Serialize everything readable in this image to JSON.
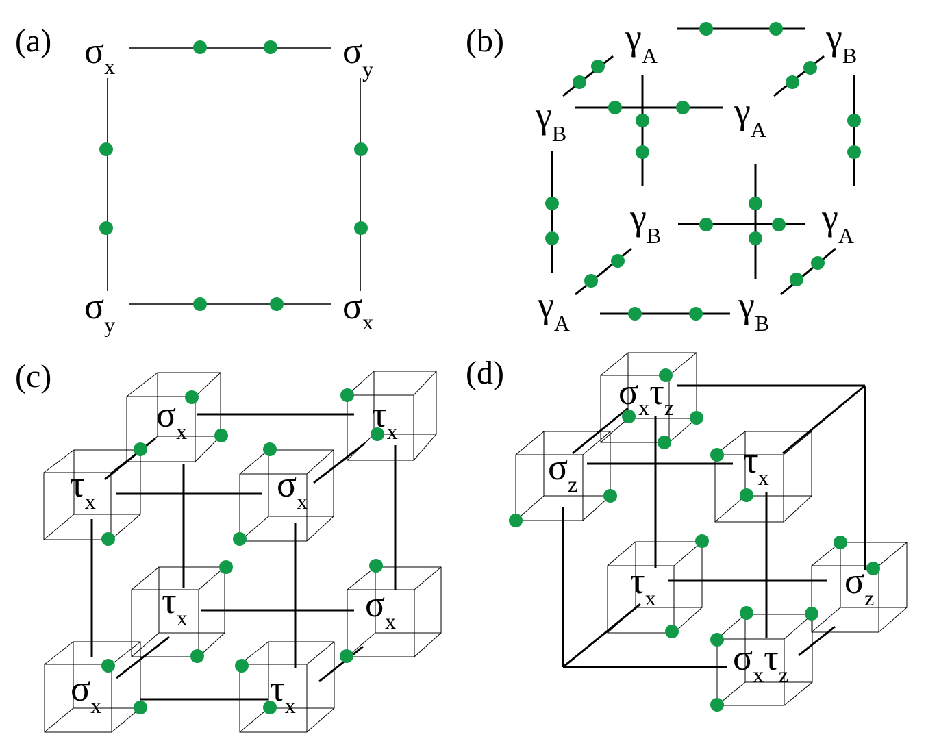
{
  "colors": {
    "dot": "#119A48",
    "line": "#000000",
    "background": "#ffffff"
  },
  "panels": {
    "a": {
      "label": "(a)",
      "nodes": [
        {
          "sym": "σ",
          "sub": "x"
        },
        {
          "sym": "σ",
          "sub": "y"
        },
        {
          "sym": "σ",
          "sub": "y"
        },
        {
          "sym": "σ",
          "sub": "x"
        }
      ]
    },
    "b": {
      "label": "(b)",
      "nodes": [
        {
          "sym": "γ",
          "sub": "A"
        },
        {
          "sym": "γ",
          "sub": "B"
        },
        {
          "sym": "γ",
          "sub": "B"
        },
        {
          "sym": "γ",
          "sub": "A"
        },
        {
          "sym": "γ",
          "sub": "B"
        },
        {
          "sym": "γ",
          "sub": "A"
        },
        {
          "sym": "γ",
          "sub": "A"
        },
        {
          "sym": "γ",
          "sub": "B"
        }
      ]
    },
    "c": {
      "label": "(c)",
      "nodes": [
        {
          "sym": "σ",
          "sub": "x"
        },
        {
          "sym": "τ",
          "sub": "x"
        },
        {
          "sym": "τ",
          "sub": "x"
        },
        {
          "sym": "σ",
          "sub": "x"
        },
        {
          "sym": "τ",
          "sub": "x"
        },
        {
          "sym": "σ",
          "sub": "x"
        },
        {
          "sym": "σ",
          "sub": "x"
        },
        {
          "sym": "τ",
          "sub": "x"
        }
      ]
    },
    "d": {
      "label": "(d)",
      "nodes": [
        {
          "sym": "σ",
          "sub": "x",
          "sym2": "τ",
          "sub2": "z"
        },
        {
          "sym": "σ",
          "sub": "z"
        },
        {
          "sym": "τ",
          "sub": "x"
        },
        {
          "sym": "τ",
          "sub": "x"
        },
        {
          "sym": "σ",
          "sub": "z"
        },
        {
          "sym": "σ",
          "sub": "x",
          "sym2": "τ",
          "sub2": "z"
        }
      ]
    }
  }
}
